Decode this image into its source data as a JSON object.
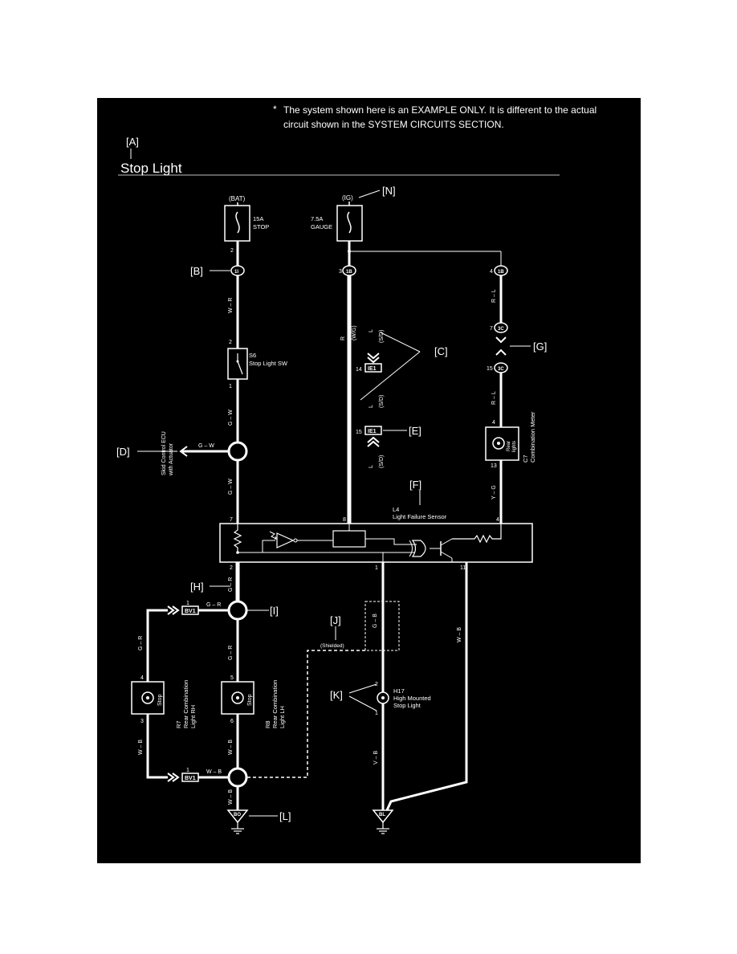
{
  "note": {
    "asterisk": "*",
    "line1": "The system shown here is an EXAMPLE ONLY. It is different to the actual",
    "line2": "circuit shown in the SYSTEM CIRCUITS SECTION."
  },
  "title": "Stop Light",
  "callouts": {
    "A": "[A]",
    "B": "[B]",
    "C": "[C]",
    "D": "[D]",
    "E": "[E]",
    "F": "[F]",
    "G": "[G]",
    "H": "[H]",
    "I": "[I]",
    "J": "[J]",
    "K": "[K]",
    "L": "[L]",
    "N": "[N]"
  },
  "fuses": {
    "stop": {
      "source": "(BAT)",
      "rating": "15A",
      "name": "STOP",
      "pin": "2"
    },
    "gauge": {
      "source": "(IG)",
      "rating": "7.5A",
      "name": "GAUGE"
    }
  },
  "connectors": {
    "B_code": "1I",
    "B_pin": "2",
    "gauge_code": "1B",
    "gauge_pin": "3",
    "right_top_code": "1B",
    "right_top_pin": "4",
    "right_mid_code": "3C",
    "right_mid_pin": "7",
    "right_low_code": "3C",
    "right_low_pin": "15",
    "ie1_upper_code": "IE1",
    "ie1_upper_pin": "14",
    "ie1_lower_code": "IE1",
    "ie1_lower_pin": "15",
    "bv1_top_code": "BV1",
    "bv1_top_pin": "1",
    "bv1_bot_code": "BV1",
    "bv1_bot_pin": "1",
    "ground_left_code": "BO",
    "ground_right_code": "BL"
  },
  "components": {
    "stop_switch": {
      "code": "S6",
      "name": "Stop Light SW",
      "pin_top": "2",
      "pin_bot": "1"
    },
    "skid_ecu": {
      "line1": "Skid Control ECU",
      "line2": "with Actuator"
    },
    "combination_meter": {
      "code": "C7",
      "name": "Combination Meter",
      "inner1": "Rear",
      "inner2": "lights",
      "pin_top": "4",
      "pin_bot": "13"
    },
    "light_failure_sensor": {
      "code": "L4",
      "name": "Light Failure Sensor",
      "pin_left_top": "7",
      "pin_mid_top": "8",
      "pin_right_top": "4",
      "pin_left_bot": "2",
      "pin_mid_bot": "1",
      "pin_right_bot": "11"
    },
    "rear_rh": {
      "code": "R7",
      "line1": "Rear Combination",
      "line2": "Light RH",
      "label": "Stop",
      "pin_top": "4",
      "pin_bot": "3"
    },
    "rear_lh": {
      "code": "R8",
      "line1": "Rear Combination",
      "line2": "Light LH",
      "label": "Stop",
      "pin_top": "5",
      "pin_bot": "6"
    },
    "high_mounted": {
      "code": "H17",
      "line1": "High Mounted",
      "line2": "Stop Light",
      "pin_top": "2",
      "pin_bot": "1"
    }
  },
  "wires": {
    "w_r": "W – R",
    "g_w_1": "G – W",
    "g_w_2": "G – W",
    "g_w_3": "G – W",
    "r_l_1": "R – L",
    "r_l_2": "R – L",
    "y_g": "Y – G",
    "l_sd_1": "L",
    "sd_1": "(S/D)",
    "r_ww": "R",
    "ww": "(W/G)",
    "l_sd_2": "L",
    "sd_2": "(S/D)",
    "l_sd_3": "L",
    "sd_3": "(S/D)",
    "g_r_1": "G – R",
    "g_r_2": "G – R",
    "g_r_3": "G – R",
    "g_r_4": "G – R",
    "g_b": "G – B",
    "w_b_1": "W – B",
    "w_b_2": "W – B",
    "w_b_3": "W – B",
    "w_b_4": "W – B",
    "w_b_5": "W – B",
    "v_b": "V – B",
    "shielded": "(Shielded)"
  },
  "colors": {
    "panel": "#000000",
    "wire": "#ffffff",
    "page": "#ffffff"
  }
}
